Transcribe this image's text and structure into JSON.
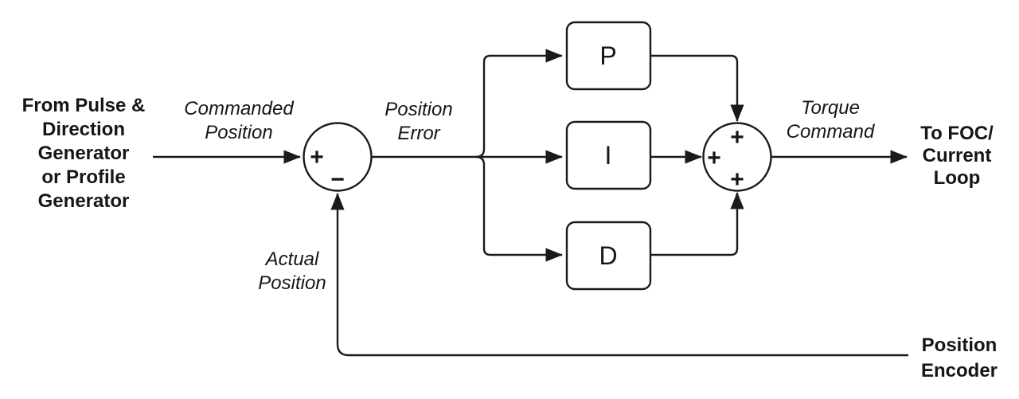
{
  "diagram": {
    "colors": {
      "line": "#1a1a1a",
      "background": "#ffffff"
    },
    "source_label": {
      "lines": [
        "From Pulse &",
        "Direction",
        "Generator",
        "or Profile",
        "Generator"
      ]
    },
    "destination_label": {
      "lines": [
        "To FOC/",
        "Current",
        "Loop"
      ]
    },
    "encoder_label": {
      "lines": [
        "Position",
        "Encoder"
      ]
    },
    "signal_labels": {
      "commanded_position": {
        "lines": [
          "Commanded",
          "Position"
        ]
      },
      "position_error": {
        "lines": [
          "Position",
          "Error"
        ]
      },
      "actual_position": {
        "lines": [
          "Actual",
          "Position"
        ]
      },
      "torque_command": {
        "lines": [
          "Torque",
          "Command"
        ]
      }
    },
    "blocks": {
      "proportional": "P",
      "integral": "I",
      "derivative": "D"
    },
    "summing_junctions": {
      "input": {
        "plus": "+",
        "minus": "−"
      },
      "output": {
        "top_plus": "+",
        "left_plus": "+",
        "bottom_plus": "+"
      }
    }
  }
}
